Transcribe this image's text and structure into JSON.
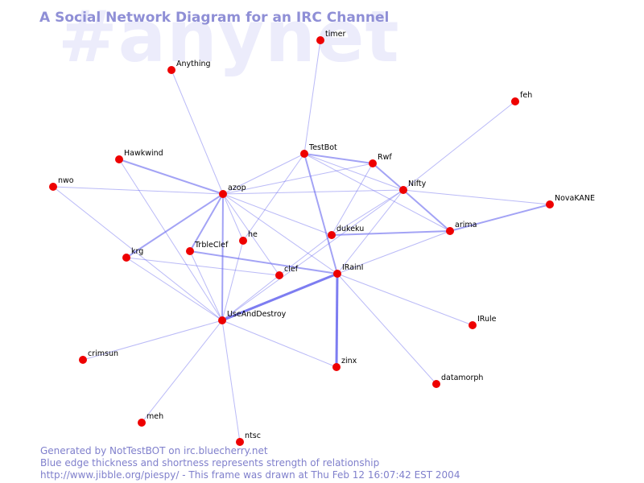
{
  "watermark": "#anynet",
  "title": "A Social Network Diagram for an IRC Channel",
  "footer": {
    "line1": "Generated by NotTestBOT on irc.bluecherry.net",
    "line2": "Blue edge thickness and shortness represents strength of relationship",
    "line3": "http://www.jibble.org/piespy/ - This frame was drawn at Thu Feb 12 16:07:42 EST 2004"
  },
  "colors": {
    "node": "#ee0000",
    "edge": "#6666ee",
    "title": "#8f8fd6",
    "watermark": "#ececfb",
    "footer": "#8080cc"
  },
  "nodes": [
    {
      "id": "timer"
    },
    {
      "id": "Anything"
    },
    {
      "id": "feh"
    },
    {
      "id": "Hawkwind"
    },
    {
      "id": "TestBot"
    },
    {
      "id": "Rwf"
    },
    {
      "id": "nwo"
    },
    {
      "id": "azop"
    },
    {
      "id": "Nifty"
    },
    {
      "id": "NovaKANE"
    },
    {
      "id": "dukeku"
    },
    {
      "id": "arima"
    },
    {
      "id": "he"
    },
    {
      "id": "TrbleClef"
    },
    {
      "id": "krg"
    },
    {
      "id": "clef"
    },
    {
      "id": "IRainI"
    },
    {
      "id": "UseAndDestroy"
    },
    {
      "id": "IRule"
    },
    {
      "id": "crimsun"
    },
    {
      "id": "zinx"
    },
    {
      "id": "datamorph"
    },
    {
      "id": "meh"
    },
    {
      "id": "ntsc"
    }
  ],
  "edges": [
    {
      "a": "timer",
      "b": "TestBot",
      "w": 1
    },
    {
      "a": "Anything",
      "b": "azop",
      "w": 1
    },
    {
      "a": "feh",
      "b": "Nifty",
      "w": 1
    },
    {
      "a": "Hawkwind",
      "b": "azop",
      "w": 2
    },
    {
      "a": "Hawkwind",
      "b": "UseAndDestroy",
      "w": 1
    },
    {
      "a": "nwo",
      "b": "azop",
      "w": 1
    },
    {
      "a": "nwo",
      "b": "UseAndDestroy",
      "w": 1
    },
    {
      "a": "TestBot",
      "b": "Rwf",
      "w": 2
    },
    {
      "a": "TestBot",
      "b": "Nifty",
      "w": 1
    },
    {
      "a": "TestBot",
      "b": "azop",
      "w": 1
    },
    {
      "a": "TestBot",
      "b": "IRainI",
      "w": 2
    },
    {
      "a": "TestBot",
      "b": "he",
      "w": 1
    },
    {
      "a": "TestBot",
      "b": "arima",
      "w": 1
    },
    {
      "a": "Rwf",
      "b": "Nifty",
      "w": 2
    },
    {
      "a": "Rwf",
      "b": "azop",
      "w": 1
    },
    {
      "a": "Rwf",
      "b": "dukeku",
      "w": 1
    },
    {
      "a": "azop",
      "b": "Nifty",
      "w": 1
    },
    {
      "a": "azop",
      "b": "TrbleClef",
      "w": 2
    },
    {
      "a": "azop",
      "b": "krg",
      "w": 2
    },
    {
      "a": "azop",
      "b": "UseAndDestroy",
      "w": 2
    },
    {
      "a": "azop",
      "b": "he",
      "w": 1
    },
    {
      "a": "azop",
      "b": "clef",
      "w": 1
    },
    {
      "a": "azop",
      "b": "IRainI",
      "w": 1
    },
    {
      "a": "azop",
      "b": "dukeku",
      "w": 1
    },
    {
      "a": "Nifty",
      "b": "NovaKANE",
      "w": 1
    },
    {
      "a": "Nifty",
      "b": "arima",
      "w": 2
    },
    {
      "a": "Nifty",
      "b": "dukeku",
      "w": 1
    },
    {
      "a": "Nifty",
      "b": "IRainI",
      "w": 1
    },
    {
      "a": "Nifty",
      "b": "UseAndDestroy",
      "w": 1
    },
    {
      "a": "NovaKANE",
      "b": "arima",
      "w": 2
    },
    {
      "a": "dukeku",
      "b": "arima",
      "w": 2
    },
    {
      "a": "dukeku",
      "b": "clef",
      "w": 1
    },
    {
      "a": "arima",
      "b": "IRainI",
      "w": 1
    },
    {
      "a": "he",
      "b": "UseAndDestroy",
      "w": 1
    },
    {
      "a": "TrbleClef",
      "b": "UseAndDestroy",
      "w": 1
    },
    {
      "a": "TrbleClef",
      "b": "IRainI",
      "w": 2
    },
    {
      "a": "krg",
      "b": "clef",
      "w": 1
    },
    {
      "a": "krg",
      "b": "UseAndDestroy",
      "w": 1
    },
    {
      "a": "clef",
      "b": "UseAndDestroy",
      "w": 1
    },
    {
      "a": "IRainI",
      "b": "UseAndDestroy",
      "w": 3
    },
    {
      "a": "IRainI",
      "b": "zinx",
      "w": 3
    },
    {
      "a": "IRainI",
      "b": "IRule",
      "w": 1
    },
    {
      "a": "IRainI",
      "b": "datamorph",
      "w": 1
    },
    {
      "a": "UseAndDestroy",
      "b": "crimsun",
      "w": 1
    },
    {
      "a": "UseAndDestroy",
      "b": "meh",
      "w": 1
    },
    {
      "a": "UseAndDestroy",
      "b": "ntsc",
      "w": 1
    },
    {
      "a": "UseAndDestroy",
      "b": "zinx",
      "w": 1
    }
  ]
}
